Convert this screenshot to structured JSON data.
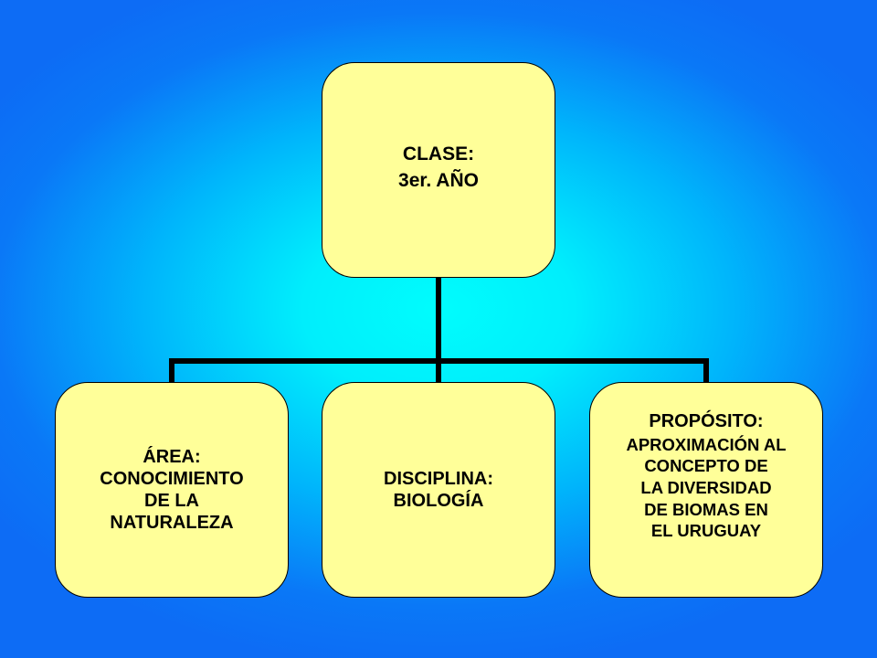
{
  "diagram": {
    "root": {
      "lines": [
        "CLASE:",
        "3er. AÑO"
      ]
    },
    "children": [
      {
        "lines": [
          "ÁREA:",
          "CONOCIMIENTO",
          "DE LA",
          "NATURALEZA"
        ]
      },
      {
        "lines": [
          "DISCIPLINA:",
          "BIOLOGÍA"
        ]
      },
      {
        "lines": [
          "PROPÓSITO:",
          "APROXIMACIÓN AL",
          "CONCEPTO DE",
          "LA DIVERSIDAD",
          "DE BIOMAS EN",
          "EL URUGUAY"
        ]
      }
    ],
    "colors": {
      "node_fill": "#ffff99",
      "connector": "#000000",
      "background_center": "#00fdfd",
      "background_edge": "#0d6cf5"
    }
  }
}
